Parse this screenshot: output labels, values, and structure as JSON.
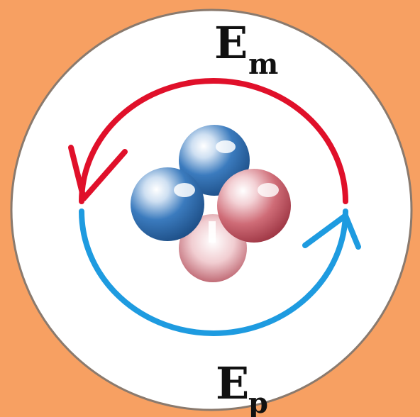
{
  "labels": {
    "magnetic_energy": {
      "main": "E",
      "subscript": "m"
    },
    "potential_energy": {
      "main": "E",
      "subscript": "p"
    }
  },
  "colors": {
    "background": "#F7A062",
    "disc": "#FFFFFF",
    "disc_outline": "#8A7A6E",
    "magnetic_arc": "#E0102A",
    "potential_arc": "#1E9BE0",
    "blue_sphere": "#2E6FB0",
    "red_sphere": "#C55A66"
  },
  "icons": {
    "nucleus": "nucleus-cluster-icon",
    "magnetic_arrow": "arrow-counterclockwise-icon",
    "potential_arrow": "arrow-counterclockwise-icon"
  }
}
